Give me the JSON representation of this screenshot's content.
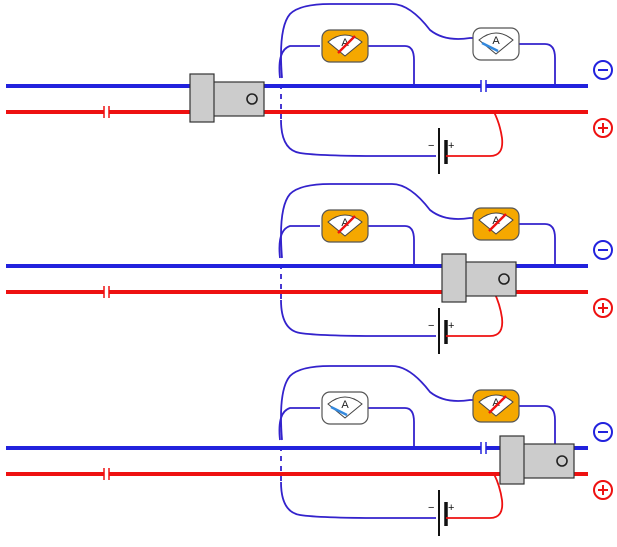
{
  "colors": {
    "negative_rail": "#2222dd",
    "positive_rail": "#ee1111",
    "wire": "#3322cc",
    "meter_active": "#f5a800",
    "meter_idle": "#ffffff",
    "needle_active": "#ee1111",
    "needle_idle": "#3388dd",
    "device_fill": "#cccccc",
    "device_stroke": "#333333"
  },
  "symbols": {
    "minus": "−",
    "plus": "+"
  },
  "meter_label": "A",
  "panels": [
    {
      "name": "panel-1",
      "left_meter_active": true,
      "right_meter_active": false,
      "device_position": "left",
      "blue_gap": "right"
    },
    {
      "name": "panel-2",
      "left_meter_active": true,
      "right_meter_active": true,
      "device_position": "middle",
      "blue_gap": "none"
    },
    {
      "name": "panel-3",
      "left_meter_active": false,
      "right_meter_active": true,
      "device_position": "right",
      "blue_gap": "right"
    }
  ]
}
